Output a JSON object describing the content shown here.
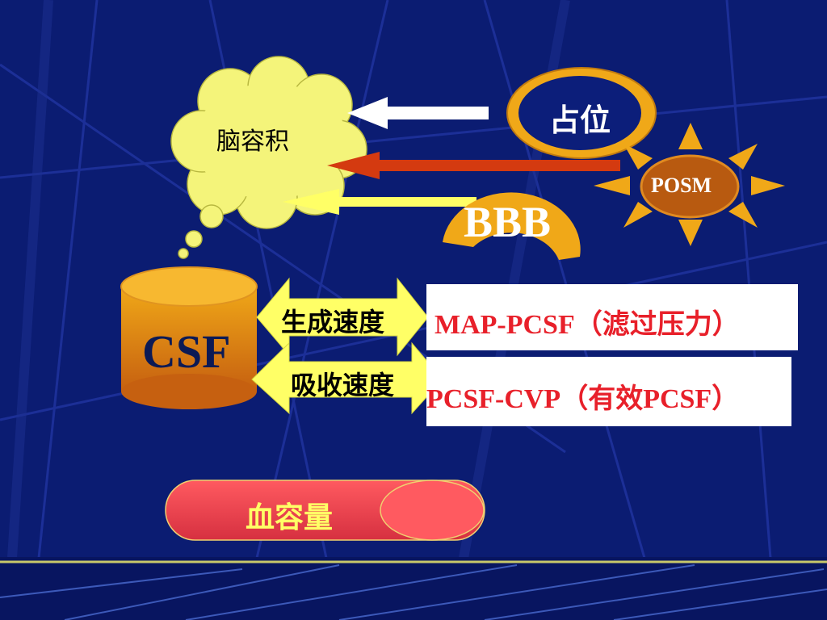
{
  "labels": {
    "brain_volume": "脑容积",
    "occupying": "占位",
    "posm": "POSM",
    "bbb": "BBB",
    "csf": "CSF",
    "formation_rate": "生成速度",
    "absorption_rate": "吸收速度",
    "map_pcsf": "MAP-PCSF（滤过压力）",
    "pcsf_cvp": "PCSF-CVP（有效PCSF）",
    "blood_volume": "血容量"
  },
  "colors": {
    "background": "#0b1c72",
    "cloud_fill": "#f4f47a",
    "csf_fill": "#e88a10",
    "text_red": "#e8202a",
    "blood_fill": "#e8404a",
    "arrow_yellow": "#ffff66",
    "arrow_red": "#d43a10",
    "arrow_white": "#ffffff"
  }
}
